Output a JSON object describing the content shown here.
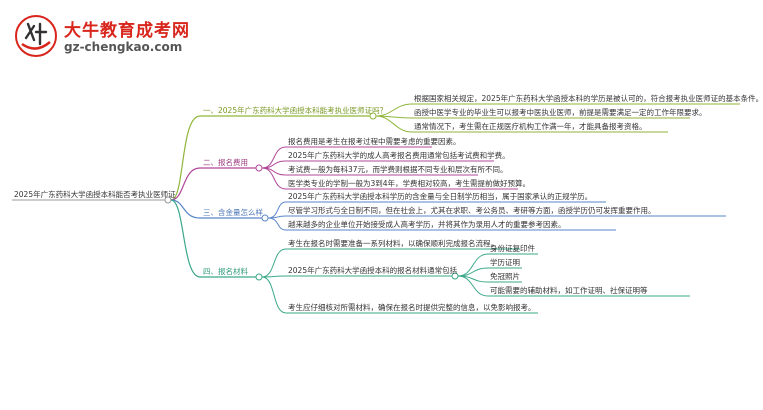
{
  "logo": {
    "title": "大牛教育成考网",
    "url": "gz-chengkao.com",
    "mark_text": "大牛"
  },
  "root": "2025年广东药科大学函授本科能否考执业医师证",
  "branches": [
    {
      "label": "一、2025年广东药科大学函授本科能考执业医师证吗？",
      "color": "#8fb63a",
      "leaves": [
        "根据国家相关规定，2025年广东药科大学函授本科的学历是被认可的，符合报考执业医师证的基本条件。",
        "函授中医学专业的毕业生可以报考中医执业医师，前提是需要满足一定的工作年限要求。",
        "通常情况下，考生需在正规医疗机构工作满一年，才能具备报考资格。"
      ]
    },
    {
      "label": "二、报名费用",
      "color": "#b0479a",
      "leaves": [
        "报名费用是考生在报考过程中需要考虑的重要因素。",
        "2025年广东药科大学的成人高考报名费用通常包括考试费和学费。",
        "考试费一般为每科37元，而学费则根据不同专业和层次有所不同。",
        "医学类专业的学制一般为3到4年，学费相对较高，考生需提前做好预算。"
      ]
    },
    {
      "label": "三、含金量怎么样",
      "color": "#5a86c8",
      "leaves": [
        "2025年广东药科大学函授本科学历的含金量与全日制学历相当，属于国家承认的正规学历。",
        "尽管学习形式与全日制不同，但在社会上，尤其在求职、考公务员、考研等方面，函授学历仍可发挥重要作用。",
        "越来越多的企业单位开始接受成人高考学历，并将其作为录用人才的重要参考因素。"
      ]
    },
    {
      "label": "四、报名材料",
      "color": "#3aa88a",
      "leaves": [
        "考生在报名时需要准备一系列材料，以确保顺利完成报名流程。",
        "2025年广东药科大学函授本科的报名材料通常包括",
        "考生应仔细核对所需材料，确保在报名时提供完整的信息，以免影响报考。"
      ],
      "sub_leaves": [
        "身份证复印件",
        "学历证明",
        "免冠照片",
        "可能需要的辅助材料，如工作证明、社保证明等"
      ]
    }
  ]
}
